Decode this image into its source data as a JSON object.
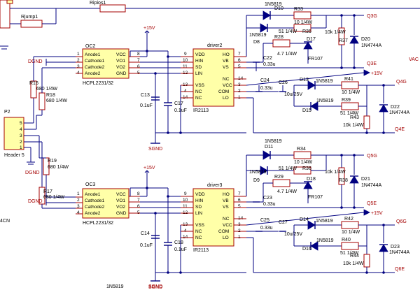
{
  "top": {
    "rjump": "Rjump1",
    "ripios": "Ripios1",
    "vac": "VAC",
    "cn": "4CN",
    "bottom_label": "1N5819"
  },
  "header": {
    "ref": "P2",
    "name": "Header 5",
    "pins": [
      "5",
      "4",
      "3",
      "2",
      "1"
    ]
  },
  "pullups": {
    "r16": "R16",
    "r16v": "680 1/4W",
    "r18": "R18",
    "r18v": "680 1/4W",
    "r19": "R19",
    "r19v": "680 1/4W",
    "r17": "R17",
    "r17v": "680 1/4W"
  },
  "grounds": {
    "dgnd_top": "DGND",
    "dgnd_mid": "DGND",
    "dgnd_bot": "DGND",
    "sgnd_top": "SGND",
    "sgnd_bot": "SGND"
  },
  "channels": [
    {
      "supply": "+15V",
      "opto": {
        "ref": "OC2",
        "type": "HCPL2231/32",
        "left_pins": [
          "Anode1",
          "Cathode1",
          "Cathode2",
          "Anode2"
        ],
        "left_nums": [
          "1",
          "2",
          "3",
          "4"
        ],
        "right_pins": [
          "VCC",
          "VO1",
          "VO2",
          "GND"
        ],
        "right_nums": [
          "8",
          "7",
          "6",
          "5"
        ]
      },
      "cap_a": {
        "ref": "C13",
        "val": "0.1uF"
      },
      "cap_b": {
        "ref": "C17",
        "val": "0.1uF"
      },
      "driver": {
        "ref": "driver2",
        "type": "IR2113",
        "left_pins": [
          "VDD",
          "HIN",
          "SD",
          "LIN",
          "VSS",
          "NC",
          "NC"
        ],
        "left_nums": [
          "9",
          "10",
          "11",
          "12",
          "13",
          "4",
          "14"
        ],
        "right_pins": [
          "HO",
          "VB",
          "VS",
          "NC",
          "VCC",
          "COM",
          "LO"
        ],
        "right_nums": [
          "7",
          "6",
          "5",
          "14",
          "3",
          "2",
          "1"
        ]
      },
      "gnd": "SGND",
      "c22": {
        "ref": "C22",
        "val": "0.33u"
      },
      "c24": {
        "ref": "C24",
        "val": "0.33u"
      },
      "c26": {
        "ref": "C26",
        "val": "10u/25V"
      },
      "d_boot": {
        "ref": "D10",
        "type": "1N5819"
      },
      "d_hi": {
        "ref": "D8",
        "type": "1N5819"
      },
      "d_fr": {
        "ref": "D17",
        "type": "FR107"
      },
      "r_g_hi": {
        "ref": "R33",
        "val": "10 1/4W"
      },
      "r_hi2": {
        "ref": "R35",
        "val": "51 1/4W"
      },
      "r_hv": {
        "ref": "R28",
        "val": "4.7 1/4W"
      },
      "r_gs_hi": {
        "ref": "R37",
        "val": "10k 1/4W"
      },
      "z_hi": {
        "ref": "D20",
        "type": "1N4744A"
      },
      "net_g_hi": "Q3G",
      "net_e_hi": "Q3E",
      "d_lo1": {
        "ref": "D13",
        "type": "1N5819"
      },
      "d_lo2": {
        "ref": "D15",
        "type": "1N5819"
      },
      "r_g_lo": {
        "ref": "R41",
        "val": "10 1/4W"
      },
      "r_lo2": {
        "ref": "R39",
        "val": "51 1/4W"
      },
      "r_gs_lo": {
        "ref": "R43",
        "val": "10k 1/4W"
      },
      "z_lo": {
        "ref": "D22",
        "type": "1N4744A"
      },
      "net_g_lo": "Q4G",
      "net_e_lo": "Q4E",
      "rail": "+15V"
    },
    {
      "supply": "+15V",
      "opto": {
        "ref": "OC3",
        "type": "HCPL2231/32",
        "left_pins": [
          "Anode1",
          "Cathode1",
          "Cathode2",
          "Anode2"
        ],
        "left_nums": [
          "1",
          "2",
          "3",
          "4"
        ],
        "right_pins": [
          "VCC",
          "VO1",
          "VO2",
          "GND"
        ],
        "right_nums": [
          "8",
          "7",
          "6",
          "5"
        ]
      },
      "cap_a": {
        "ref": "C14",
        "val": "0.1uF"
      },
      "cap_b": {
        "ref": "C18",
        "val": "0.1uF"
      },
      "driver": {
        "ref": "driver3",
        "type": "IR2113",
        "left_pins": [
          "VDD",
          "HIN",
          "SD",
          "LIN",
          "VSS",
          "NC",
          "NC"
        ],
        "left_nums": [
          "9",
          "10",
          "11",
          "12",
          "13",
          "4",
          "14"
        ],
        "right_pins": [
          "HO",
          "VB",
          "VS",
          "NC",
          "VCC",
          "COM",
          "LO"
        ],
        "right_nums": [
          "7",
          "6",
          "5",
          "14",
          "3",
          "2",
          "1"
        ]
      },
      "gnd": "SGND",
      "c22": {
        "ref": "C23",
        "val": "0.33u"
      },
      "c24": {
        "ref": "C25",
        "val": "0.33u"
      },
      "c26": {
        "ref": "C27",
        "val": "10u/25V"
      },
      "d_boot": {
        "ref": "D11",
        "type": "1N5819"
      },
      "d_hi": {
        "ref": "D9",
        "type": "1N5819"
      },
      "d_fr": {
        "ref": "D18",
        "type": "FR107"
      },
      "r_g_hi": {
        "ref": "R34",
        "val": "10 1/4W"
      },
      "r_hi2": {
        "ref": "R36",
        "val": "51 1/4W"
      },
      "r_hv": {
        "ref": "R29",
        "val": "4.7 1/4W"
      },
      "r_gs_hi": {
        "ref": "R38",
        "val": "10k 1/4W"
      },
      "z_hi": {
        "ref": "D21",
        "type": "1N4744A"
      },
      "net_g_hi": "Q5G",
      "net_e_hi": "Q5E",
      "d_lo1": {
        "ref": "D14",
        "type": "1N5819"
      },
      "d_lo2": {
        "ref": "D16",
        "type": "1N5819"
      },
      "r_g_lo": {
        "ref": "R42",
        "val": "10 1/4W"
      },
      "r_lo2": {
        "ref": "R40",
        "val": "51 1/4W"
      },
      "r_gs_lo": {
        "ref": "R44",
        "val": "10k 1/4W"
      },
      "z_lo": {
        "ref": "D23",
        "type": "1N4744A"
      },
      "net_g_lo": "Q6G",
      "net_e_lo": "Q6E",
      "rail": "+15V"
    }
  ]
}
